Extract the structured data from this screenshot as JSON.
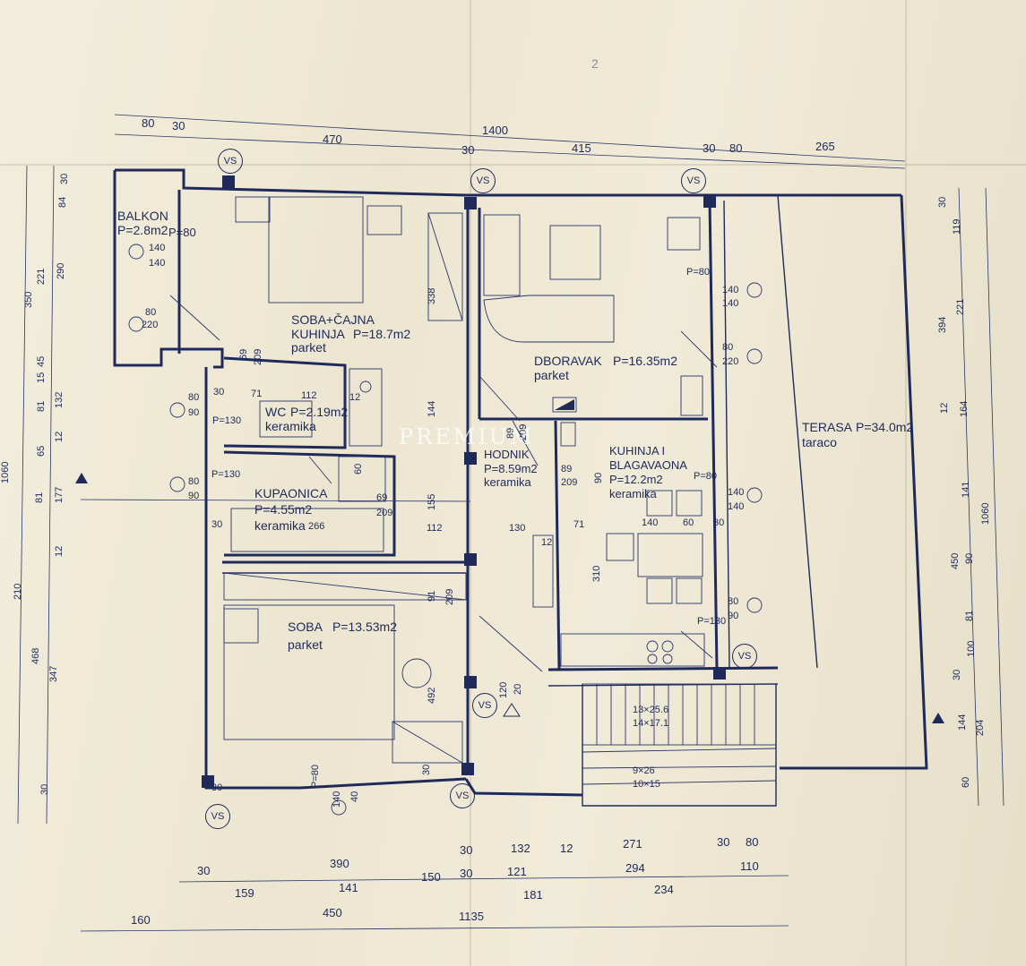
{
  "page_number": "2",
  "watermark": "PREMIUM",
  "vs_marker": "VS",
  "rooms": {
    "balkon": {
      "name": "BALKON",
      "area": "P=2.8m2",
      "extra": "P=80"
    },
    "soba_cajna": {
      "name": "SOBA+ČAJNA",
      "name2": "KUHINJA",
      "area": "P=18.7m2",
      "floor": "parket"
    },
    "wc": {
      "name": "WC",
      "area": "P=2.19m2",
      "floor": "keramika"
    },
    "kupaonica": {
      "name": "KUPAONICA",
      "area": "P=4.55m2",
      "floor": "keramika"
    },
    "soba": {
      "name": "SOBA",
      "area": "P=13.53m2",
      "floor": "parket"
    },
    "hodnik": {
      "name": "HODNIK",
      "area": "P=8.59m2",
      "floor": "keramika"
    },
    "dnevni": {
      "name": "DBORAVAK",
      "area": "P=16.35m2",
      "floor": "parket"
    },
    "kuhinja": {
      "name": "KUHINJA I",
      "name2": "BLAGAVAONA",
      "area": "P=12.2m2",
      "floor": "keramika"
    },
    "terasa": {
      "name": "TERASA",
      "area": "P=34.0m2",
      "floor": "taraco"
    }
  },
  "stairs": {
    "upper": "13×25.6",
    "upper2": "14×17.1",
    "lower": "9×26",
    "lower2": "10×15"
  },
  "dims_top": {
    "d80": "80",
    "d30a": "30",
    "d470": "470",
    "d1400": "1400",
    "d30b": "30",
    "d415": "415",
    "d30c": "30",
    "d80b": "80",
    "d265": "265"
  },
  "dims_bottom": {
    "r1": {
      "a": "30",
      "b": "390",
      "c": "30",
      "d": "132",
      "e": "12",
      "f": "271",
      "g": "30",
      "h": "80"
    },
    "r2": {
      "a": "30",
      "b": "121",
      "c": "294",
      "d": "110"
    },
    "r3": {
      "a": "159",
      "b": "141",
      "c": "150",
      "d": "181",
      "e": "234"
    },
    "r4": {
      "a": "160",
      "b": "450",
      "c": "1135"
    }
  },
  "dims_left": {
    "a": "350",
    "b": "221",
    "c": "290",
    "d": "84",
    "e": "30",
    "f": "45",
    "g": "15",
    "h": "132",
    "i": "81",
    "j": "65",
    "k": "12",
    "l": "81",
    "m": "177",
    "n": "12",
    "o": "210",
    "p": "468",
    "q": "347",
    "r": "30",
    "s": "1060"
  },
  "dims_right": {
    "a": "30",
    "b": "119",
    "c": "394",
    "d": "221",
    "e": "12",
    "f": "164",
    "g": "141",
    "h": "1060",
    "i": "450",
    "j": "90",
    "k": "81",
    "l": "100",
    "m": "30",
    "n": "144",
    "o": "204",
    "p": "60"
  },
  "openings": {
    "o1": "140",
    "o2": "140",
    "o3": "80",
    "o4": "220",
    "o5": "69",
    "o6": "209",
    "o7": "80",
    "o8": "90",
    "o9": "P=130",
    "o10": "30",
    "o11": "71",
    "o12": "112",
    "o13": "12",
    "o14": "P=130",
    "o15": "80",
    "o16": "90",
    "o17": "60",
    "o18": "69",
    "o19": "209",
    "o20": "30",
    "o21": "266",
    "o22": "112",
    "o23": "130",
    "o24": "12",
    "o25": "338",
    "o26": "144",
    "o27": "155",
    "o28": "91",
    "o29": "209",
    "o30": "89",
    "o31": "209",
    "o32": "P=80",
    "o33": "140",
    "o34": "140",
    "o35": "80",
    "o36": "220",
    "o37": "89",
    "o38": "209",
    "o39": "90",
    "o40": "P=80",
    "o41": "140",
    "o42": "140",
    "o43": "71",
    "o44": "140",
    "o45": "60",
    "o46": "30",
    "o47": "310",
    "o48": "80",
    "o49": "90",
    "o50": "P=130",
    "o51": "492",
    "o52": "P=80",
    "o53": "140",
    "o54": "40",
    "o55": "120",
    "o56": "20",
    "o57": "30",
    "o58": "30"
  }
}
